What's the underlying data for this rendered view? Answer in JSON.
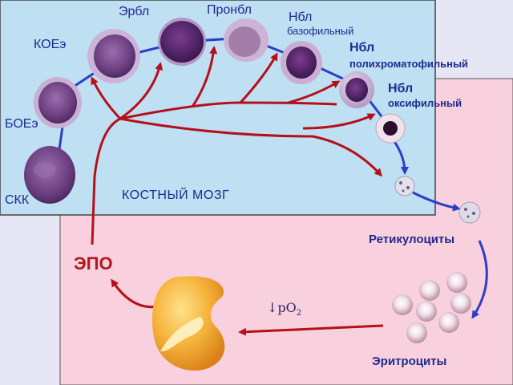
{
  "cells": {
    "stem": "СКК",
    "boe": "БОЕэ",
    "koe": "КОЕэ",
    "erbl": "Эрбл",
    "pronbl": "Пронбл",
    "nbl_baso_title": "Нбл",
    "nbl_baso_sub": "базофильный",
    "nbl_poly_title": "Нбл",
    "nbl_poly_sub": "полихроматофильный",
    "nbl_oxy_title": "Нбл",
    "nbl_oxy_sub": "оксифильный",
    "reticulocytes": "Ретикулоциты",
    "erythrocytes": "Эритроциты"
  },
  "regions": {
    "bone_marrow": "КОСТНЫЙ МОЗГ"
  },
  "hormone": {
    "epo": "ЭПО"
  },
  "signal": {
    "arrow": "↓",
    "po2_main": "pO",
    "po2_sub": "2"
  },
  "colors": {
    "marrow_bg": "#bfdff3",
    "blood_bg": "#f9d0de",
    "page_bg": "#e6e6f4",
    "label_blue": "#1d2a8c",
    "epo_red": "#b01820",
    "arrow_red": "#b5101a",
    "arrow_blue": "#2a3fc8",
    "cell_purple": "#7a4a8a",
    "kidney_orange": "#f0a030"
  }
}
